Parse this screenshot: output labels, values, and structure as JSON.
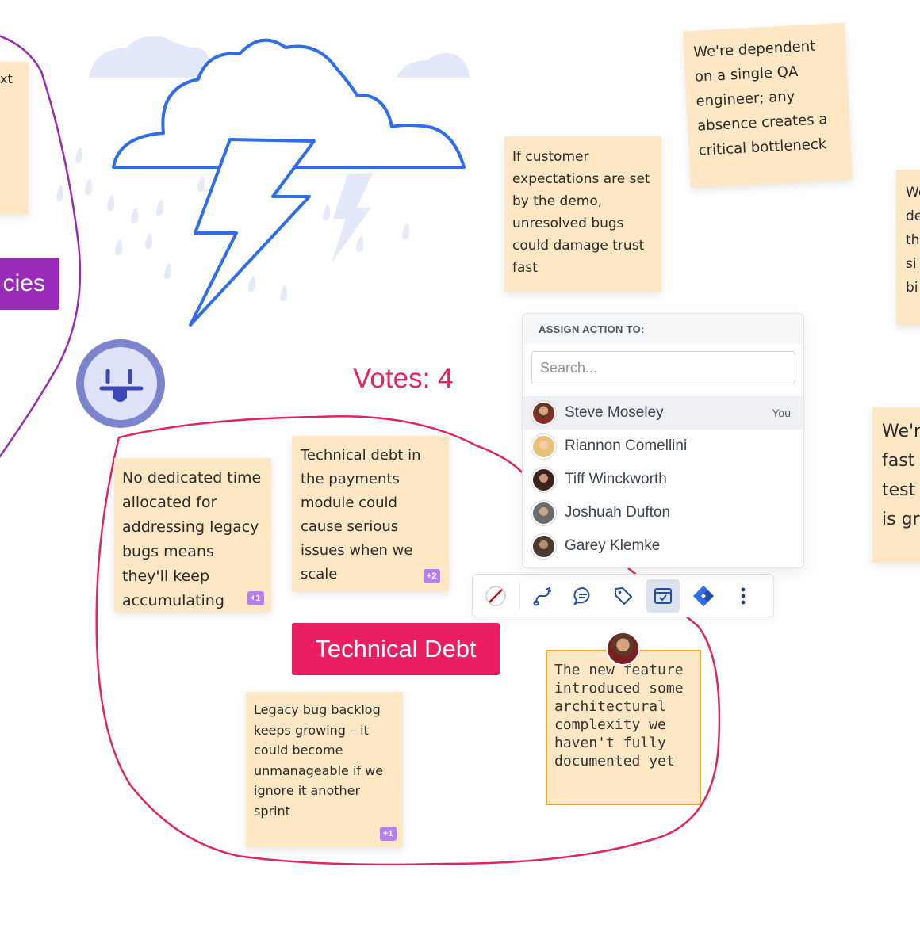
{
  "board": {
    "votes_label": "Votes: 4",
    "group_title": "Technical Debt",
    "left_tag_partial": "cies",
    "left_note_partial": "xt"
  },
  "stickies": [
    {
      "text": "We're dependent on a single QA engineer; any absence creates a critical bottleneck"
    },
    {
      "text": "If customer expectations are set by the demo, unresolved bugs could damage trust fast"
    },
    {
      "text": "No dedicated time allocated for addressing legacy bugs means they'll keep accumulating",
      "votes": "+1"
    },
    {
      "text": "Technical debt in the payments module could cause serious issues when we scale",
      "votes": "+2"
    },
    {
      "text": "Legacy bug backlog keeps growing – it could become unmanageable if we ignore it another sprint",
      "votes": "+1"
    },
    {
      "text": "The new feature introduced some architectural complexity we haven't fully documented yet"
    }
  ],
  "edge_notes": {
    "right_top_lines": [
      "We",
      "de",
      "th",
      "si",
      "bi"
    ],
    "right_mid_lines": [
      "We'r",
      "fast",
      "test",
      "is gr"
    ]
  },
  "assign_panel": {
    "header": "ASSIGN ACTION TO:",
    "search_placeholder": "Search...",
    "users": [
      {
        "name": "Steve Moseley",
        "tag": "You",
        "color": "#8c5a3c"
      },
      {
        "name": "Riannon Comellini",
        "tag": "",
        "color": "#e8c27a"
      },
      {
        "name": "Tiff Winckworth",
        "tag": "",
        "color": "#5a3a2e"
      },
      {
        "name": "Joshuah Dufton",
        "tag": "",
        "color": "#6b6b6b"
      },
      {
        "name": "Garey Klemke",
        "tag": "",
        "color": "#4a3a30"
      }
    ]
  },
  "toolbar": {
    "tools": [
      "no-color-icon",
      "connector-icon",
      "comment-icon",
      "tag-icon",
      "action-item-icon",
      "jira-icon",
      "more-options-icon"
    ]
  },
  "colors": {
    "sticky": "#fde7c5",
    "group_border": "#e3245f",
    "group_label": "#e91e63",
    "vote_badge": "#b57fef",
    "cloud_stroke": "#2f6ee8",
    "selection": "#f5a623"
  }
}
